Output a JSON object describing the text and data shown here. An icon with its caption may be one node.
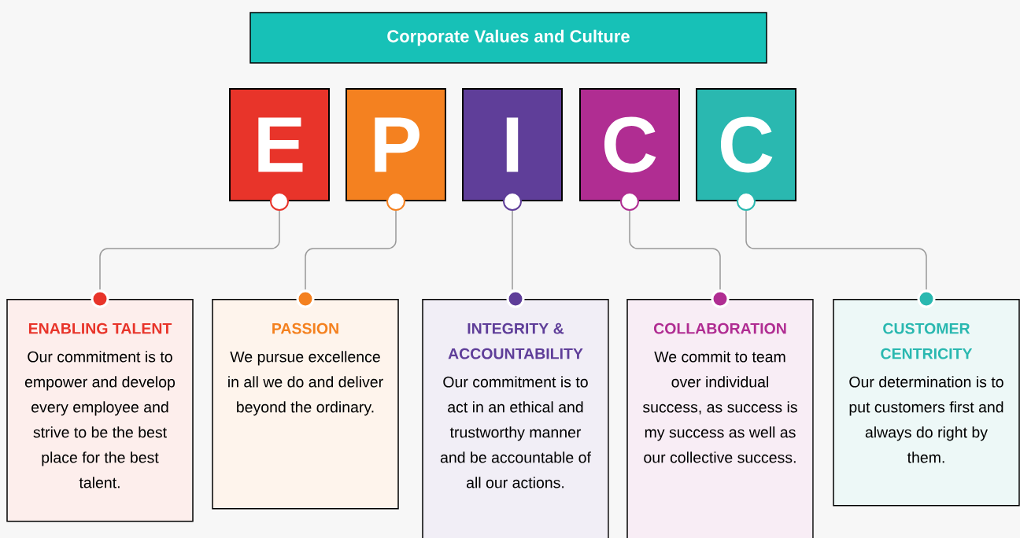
{
  "diagram": {
    "title": "Corporate Values and Culture",
    "nodes": [
      {
        "text": [
          "E"
        ]
      },
      {
        "text": [
          "P"
        ]
      },
      {
        "text": [
          "I"
        ]
      },
      {
        "text": [
          "C"
        ]
      },
      {
        "text": [
          "C"
        ]
      },
      {
        "text": [
          "ENABLING TALENT",
          "Our commitment is to empower and develop every employee and strive to be the best place for the best talent."
        ]
      },
      {
        "text": [
          "PASSION",
          "We pursue excellence in all we do and deliver beyond the ordinary."
        ]
      },
      {
        "text": [
          "INTEGRITY & ACCOUNTABILITY",
          "Our commitment is to act in an ethical and trustworthy manner and be accountable of all our actions."
        ]
      },
      {
        "text": [
          "COLLABORATION",
          "We commit to team over individual success, as success is my success as well as our collective success."
        ]
      },
      {
        "text": [
          "CUSTOMER CENTRICITY",
          "Our determination is to put customers first and always do right by them."
        ]
      }
    ],
    "edges": [
      {
        "from": 0,
        "to": 5,
        "arrow": "none"
      },
      {
        "from": 1,
        "to": 6,
        "arrow": "none"
      },
      {
        "from": 2,
        "to": 7,
        "arrow": "none"
      },
      {
        "from": 3,
        "to": 8,
        "arrow": "none"
      },
      {
        "from": 4,
        "to": 9,
        "arrow": "none"
      }
    ]
  }
}
